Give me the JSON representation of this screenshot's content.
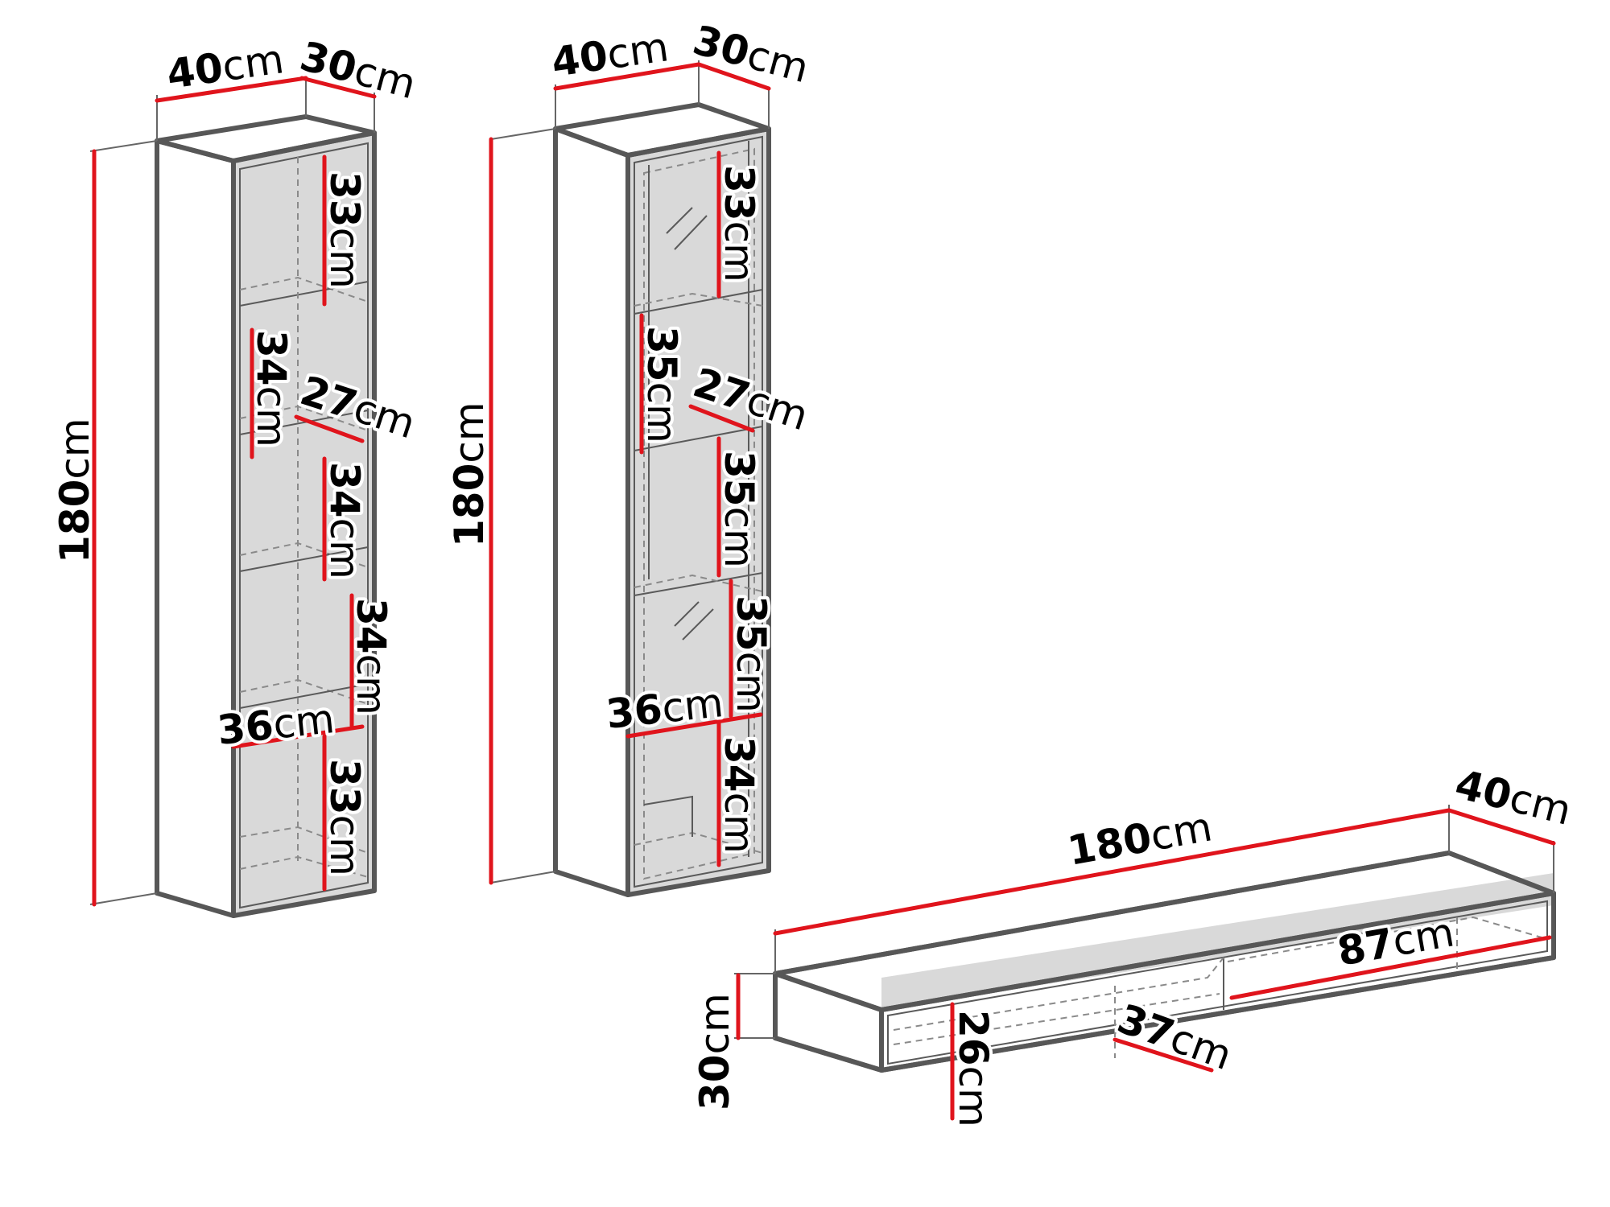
{
  "unit": "cm",
  "cabinet_open": {
    "width": "40",
    "depth": "30",
    "height": "180",
    "shelf1": "33",
    "shelf2": "34",
    "shelf3": "34",
    "shelf4": "34",
    "shelf5": "33",
    "inner_depth": "27",
    "inner_width": "36"
  },
  "cabinet_glass": {
    "width": "40",
    "depth": "30",
    "height": "180",
    "shelf1": "33",
    "shelf2": "35",
    "shelf3": "35",
    "shelf4": "35",
    "shelf5": "34",
    "inner_depth": "27",
    "inner_width": "36"
  },
  "tv_unit": {
    "width": "180",
    "depth": "40",
    "height": "30",
    "compartment_width": "87",
    "compartment_height": "26",
    "inner_depth": "37"
  }
}
